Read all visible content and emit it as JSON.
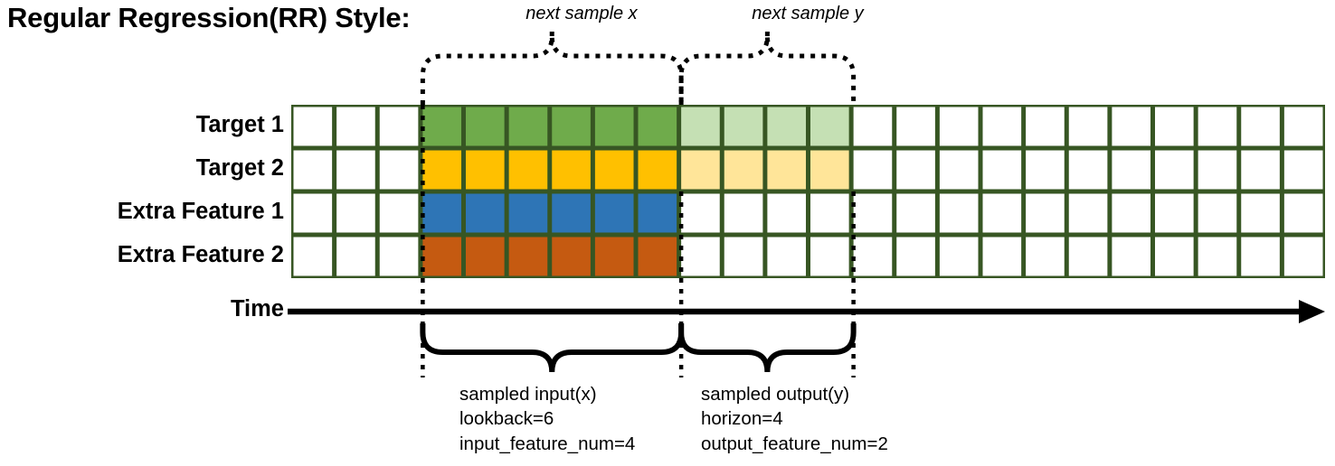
{
  "title": "Regular Regression(RR) Style:",
  "axis": {
    "time_label": "Time",
    "arrow_icon": "right-arrow-icon"
  },
  "rows": [
    {
      "label": "Target 1",
      "key": "target-1",
      "color": "#6fab4b",
      "faded_color": "#c5e0b4"
    },
    {
      "label": "Target 2",
      "key": "target-2",
      "color": "#ffc000",
      "faded_color": "#ffe599"
    },
    {
      "label": "Extra Feature 1",
      "key": "extra-feature-1",
      "color": "#2e75b6",
      "faded_color": null
    },
    {
      "label": "Extra Feature 2",
      "key": "extra-feature-2",
      "color": "#c55a11",
      "faded_color": null
    }
  ],
  "grid": {
    "columns": 24,
    "border_color": "#375623",
    "empty_color": "#ffffff",
    "input_start_col": 3,
    "input_col_count": 6,
    "output_start_col": 9,
    "output_col_count": 4
  },
  "top_braces": [
    {
      "key": "next-sample-x",
      "label": "next sample x"
    },
    {
      "key": "next-sample-y",
      "label": "next sample y"
    }
  ],
  "bottom_braces": [
    {
      "key": "sampled-input",
      "lines": [
        "sampled input(x)",
        "lookback=6",
        "input_feature_num=4"
      ]
    },
    {
      "key": "sampled-output",
      "lines": [
        "sampled output(y)",
        "horizon=4",
        "output_feature_num=2"
      ]
    }
  ]
}
